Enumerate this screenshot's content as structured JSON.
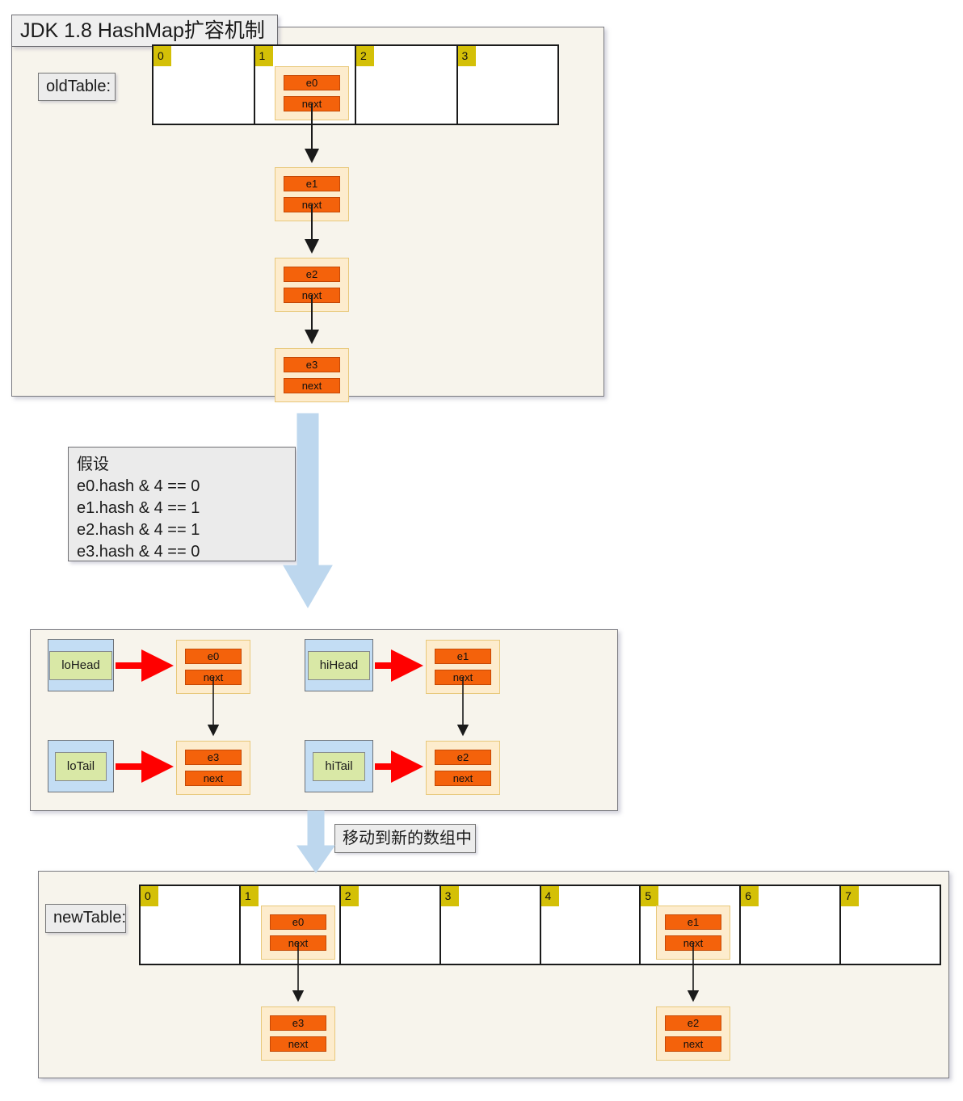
{
  "diagram": {
    "title": "JDK 1.8 HashMap扩容机制",
    "colors": {
      "panel_bg": "#f7f4ec",
      "node_bg": "#fdeccd",
      "node_bar": "#f4620b",
      "index_tab": "#d4c007",
      "holder_outer": "#c3ddf4",
      "holder_inner": "#d9e8a6",
      "red_arrow": "#ff0000",
      "blue_arrow": "#bdd7ee",
      "black_arrow": "#1a1a1a"
    }
  },
  "old_table": {
    "label": "oldTable:",
    "indices": [
      "0",
      "1",
      "2",
      "3"
    ],
    "bucket_with_chain": 1,
    "chain": [
      {
        "name": "e0",
        "next": "next"
      },
      {
        "name": "e1",
        "next": "next"
      },
      {
        "name": "e2",
        "next": "next"
      },
      {
        "name": "e3",
        "next": "next"
      }
    ]
  },
  "assumption": {
    "text": "假设\ne0.hash & 4 == 0\ne1.hash & 4 == 1\ne2.hash & 4 == 1\ne3.hash & 4 == 0"
  },
  "split": {
    "lo": {
      "head_label": "loHead",
      "tail_label": "loTail",
      "head_node": {
        "name": "e0",
        "next": "next"
      },
      "tail_node": {
        "name": "e3",
        "next": "next"
      }
    },
    "hi": {
      "head_label": "hiHead",
      "tail_label": "hiTail",
      "head_node": {
        "name": "e1",
        "next": "next"
      },
      "tail_node": {
        "name": "e2",
        "next": "next"
      }
    }
  },
  "move_label": {
    "text": "移动到新的数组中"
  },
  "new_table": {
    "label": "newTable:",
    "indices": [
      "0",
      "1",
      "2",
      "3",
      "4",
      "5",
      "6",
      "7"
    ],
    "lo_bucket": 1,
    "hi_bucket": 5,
    "lo_chain": [
      {
        "name": "e0",
        "next": "next"
      },
      {
        "name": "e3",
        "next": "next"
      }
    ],
    "hi_chain": [
      {
        "name": "e1",
        "next": "next"
      },
      {
        "name": "e2",
        "next": "next"
      }
    ]
  }
}
